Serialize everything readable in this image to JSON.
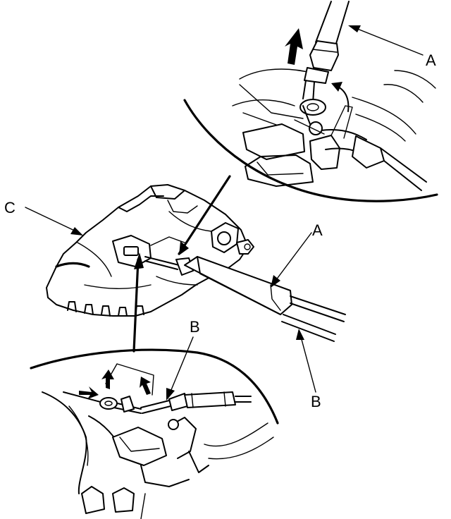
{
  "labels": {
    "a_top": "A",
    "a_mid": "A",
    "b_low": "B",
    "b_right": "B",
    "c_left": "C"
  },
  "colors": {
    "ink": "#000000",
    "paper": "#ffffff"
  }
}
